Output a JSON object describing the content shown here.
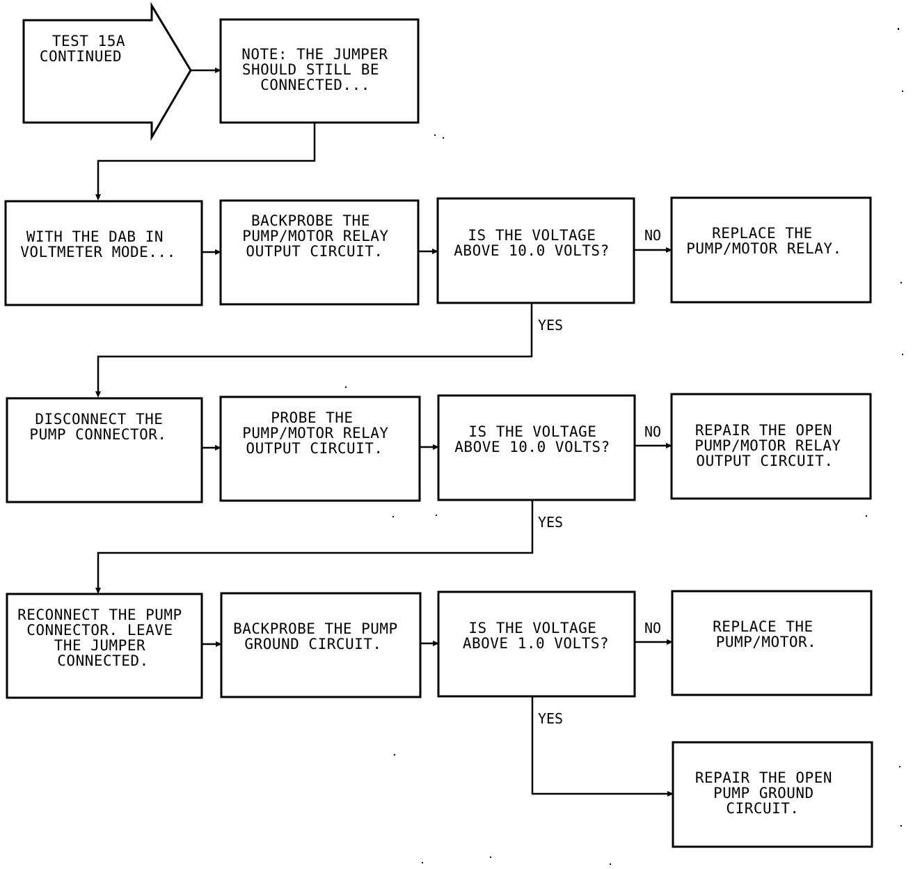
{
  "start": {
    "lines": [
      "TEST 15A",
      "CONTINUED"
    ]
  },
  "note": {
    "lines": [
      "NOTE: THE JUMPER",
      "SHOULD STILL BE",
      "CONNECTED..."
    ]
  },
  "row1": {
    "step1": [
      "WITH THE DAB IN",
      "VOLTMETER MODE..."
    ],
    "step2": [
      "BACKPROBE THE",
      "PUMP/MOTOR RELAY",
      "OUTPUT CIRCUIT."
    ],
    "question": [
      "IS THE VOLTAGE",
      "ABOVE 10.0 VOLTS?"
    ],
    "no_action": [
      "REPLACE THE",
      "PUMP/MOTOR RELAY."
    ]
  },
  "row2": {
    "step1": [
      "DISCONNECT THE",
      "PUMP CONNECTOR."
    ],
    "step2": [
      "PROBE THE",
      "PUMP/MOTOR RELAY",
      "OUTPUT CIRCUIT."
    ],
    "question": [
      "IS THE VOLTAGE",
      "ABOVE 10.0 VOLTS?"
    ],
    "no_action": [
      "REPAIR THE OPEN",
      "PUMP/MOTOR RELAY",
      "OUTPUT CIRCUIT."
    ]
  },
  "row3": {
    "step1": [
      "RECONNECT THE PUMP",
      "CONNECTOR. LEAVE",
      "THE JUMPER",
      "CONNECTED."
    ],
    "step2": [
      "BACKPROBE THE PUMP",
      "GROUND CIRCUIT."
    ],
    "question": [
      "IS THE VOLTAGE",
      "ABOVE 1.0 VOLTS?"
    ],
    "no_action": [
      "REPLACE THE",
      "PUMP/MOTOR."
    ]
  },
  "final_action": [
    "REPAIR THE OPEN",
    "PUMP GROUND",
    "CIRCUIT."
  ],
  "labels": {
    "no": "NO",
    "yes": "YES"
  }
}
